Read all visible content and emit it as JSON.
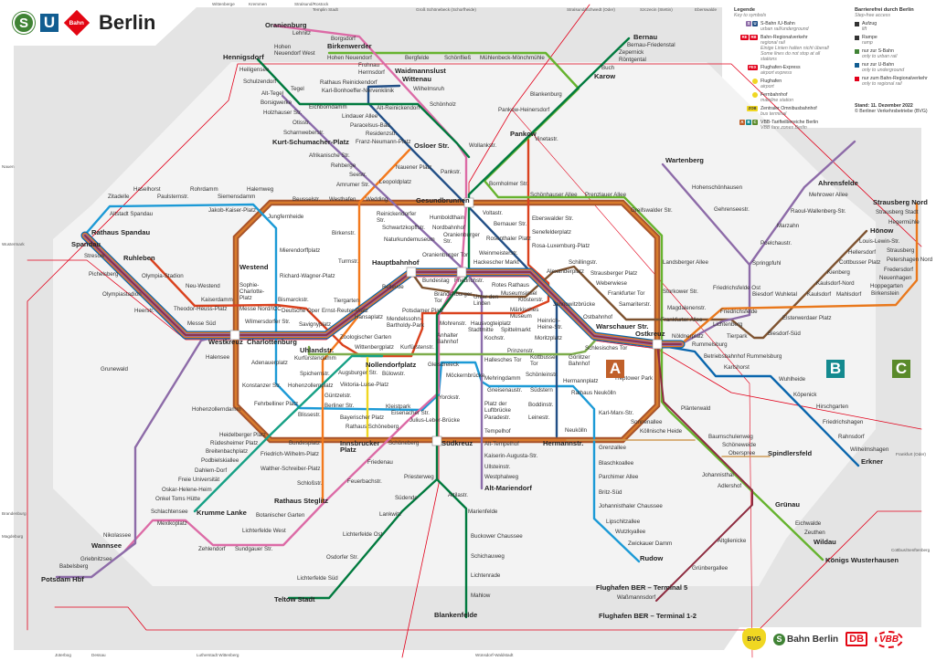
{
  "header": {
    "s_logo": "S",
    "u_logo": "U",
    "bahn_logo": "Bahn",
    "city": "Berlin"
  },
  "legend": {
    "title": "Legende",
    "subtitle": "Key to symbols",
    "items": [
      {
        "label": "S-Bahn /U-Bahn",
        "sub": "urban rail/underground",
        "badges": [
          "S",
          "U"
        ]
      },
      {
        "label": "Bahn-Regionalverkehr",
        "sub": "regional rail",
        "note": "Einige Linien halten nicht überall",
        "note_en": "Some lines do not stop at all stations",
        "badges": [
          "RE",
          "RB"
        ]
      },
      {
        "label": "Flughafen-Express",
        "sub": "airport express",
        "badges": [
          "FEX"
        ]
      },
      {
        "label": "Flughafen",
        "sub": "airport"
      },
      {
        "label": "Fernbahnhof",
        "sub": "mainline station"
      },
      {
        "label": "Zentraler Omnibusbahnhof",
        "sub": "bus terminal",
        "badges": [
          "ZOB"
        ]
      },
      {
        "label": "VBB-Tarifteilbereiche Berlin",
        "sub": "VBB fare zones Berlin",
        "badges": [
          "A",
          "B",
          "C"
        ]
      }
    ],
    "access_title": "Barrierefrei durch Berlin",
    "access_subtitle": "Step-free access",
    "access_items": [
      {
        "label": "Aufzug",
        "sub": "lift"
      },
      {
        "label": "Rampe",
        "sub": "ramp"
      },
      {
        "label": "nur zur S-Bahn",
        "sub": "only to urban rail"
      },
      {
        "label": "nur zur U-Bahn",
        "sub": "only to underground"
      },
      {
        "label": "nur zum Bahn-Regionalverkehr",
        "sub": "only to regional rail"
      }
    ],
    "stand": "Stand: 11. Dezember 2022",
    "copyright": "© Berliner Verkehrsbetriebe (BVG)"
  },
  "zones": {
    "a": "A",
    "b": "B",
    "c": "C"
  },
  "logos": {
    "bvg": "BVG",
    "sbahn": "Bahn Berlin",
    "sbahn_s": "S",
    "db": "DB",
    "vbb": "VBB"
  },
  "destinations": [
    "Wittenberge",
    "Kremmen",
    "Stralsund/Rostock",
    "Templin Stadt",
    "Groß Schönebeck (Schorfheide)",
    "Stralsund/Schwedt (Oder)",
    "Szczecin (Stettin)",
    "Eberswalde",
    "Brandenburg",
    "Magdeburg",
    "Frankfurt (Oder)",
    "Cottbus/Senftenberg",
    "Jüterbog",
    "Lutherstadt Wittenberg",
    "Wünsdorf-Waldstadt",
    "Dessau",
    "Nauen",
    "Wustermark"
  ],
  "colors": {
    "zoneC": "#e4e4e4",
    "zoneB": "#f3f3f3",
    "zoneA": "#ffffff",
    "s1": "#dc6ba6",
    "s2": "#007a3e",
    "s8": "#66b32e",
    "s3": "#0a66ad",
    "s5": "#e9781c",
    "s7": "#8d6ba8",
    "s9": "#8e2c40",
    "s41": "#a8542c",
    "s42": "#d87b2c",
    "s45": "#cf9b56",
    "s75": "#8d6ba8",
    "u1": "#7dad4c",
    "u2": "#da421e",
    "u3": "#16a085",
    "u4": "#f0d722",
    "u5": "#7e5330",
    "u6": "#8c6dab",
    "u7": "#1c9ad6",
    "u8": "#224f86",
    "u9": "#f3791d",
    "regional": "#e2001a",
    "zone_a_box": "#c0602a",
    "zone_b_box": "#148a8f",
    "zone_c_box": "#5a8a2a"
  },
  "stations": [
    "Oranienburg",
    "Lehnitz",
    "Borgsdorf",
    "Birkenwerder",
    "Hohen Neuendorf West",
    "Hohen Neuendorf",
    "Bergfelde",
    "Schönfließ",
    "Mühlenbeck-Mönchmühle",
    "Hennigsdorf",
    "Heiligensee",
    "Schulzendorf",
    "Tegel",
    "Alt-Tegel",
    "Borsigwerke",
    "Holzhauser Str.",
    "Otisstr.",
    "Scharnweberstr.",
    "Kurt-Schumacher-Platz",
    "Afrikanische Str.",
    "Rehberge",
    "Seestr.",
    "Amrumer Str.",
    "Leopoldplatz",
    "Nauener Platz",
    "Osloer Str.",
    "Franz-Neumann-Platz",
    "Residenzstr.",
    "Paracelsus-Bad",
    "Lindauer Allee",
    "Alt-Reinickendorf",
    "Eichborndamm",
    "Karl-Bonhoeffer-Nervenklinik",
    "Rathaus Reinickendorf",
    "Frohnau",
    "Hermsdorf",
    "Waidmannslust",
    "Wittenau",
    "Wilhelmsruh",
    "Schönholz",
    "Blankenburg",
    "Pankow-Heinersdorf",
    "Pankow",
    "Wollankstr.",
    "Pankstr.",
    "Bornholmer Str.",
    "Vinetastr.",
    "Bernau",
    "Bernau-Friedenstal",
    "Zepernick",
    "Röntgental",
    "Buch",
    "Karow",
    "Zitadelle",
    "Haselhorst",
    "Paulsternstr.",
    "Rohrdamm",
    "Siemensdamm",
    "Halemweg",
    "Altstadt Spandau",
    "Jakob-Kaiser-Platz",
    "Jungfernheide",
    "Beusselstr.",
    "Westhafen",
    "Wedding",
    "Gesundbrunnen",
    "Reinickendorfer Str.",
    "Schwartzkopffstr.",
    "Naturkundemuseum",
    "Oranienburger Tor",
    "Humboldthain",
    "Nordbahnhof",
    "Oranienburger Str.",
    "Voltastr.",
    "Bernauer Str.",
    "Rosenthaler Platz",
    "Weinmeisterstr.",
    "Hackescher Markt",
    "Hauptbahnhof",
    "Bellevue",
    "Bundestag",
    "Friedrichstr.",
    "Rotes Rathaus",
    "Brandenburger Tor",
    "Unter den Linden",
    "Museumsinsel",
    "Klosterstr.",
    "Märkisches Museum",
    "Potsdamer Platz",
    "Mendelssohn-Bartholdy-Park",
    "Mohrenstr.",
    "Stadtmitte",
    "Hausvogteiplatz",
    "Spittelmarkt",
    "Heinrich-Heine-Str.",
    "Anhalter Bahnhof",
    "Kochstr.",
    "Moritzplatz",
    "Hansaplatz",
    "Zoologischer Garten",
    "Wittenbergplatz",
    "Kurfürstenstr.",
    "Tiergarten",
    "Birkenstr.",
    "Turmstr.",
    "Schönhauser Allee",
    "Prenzlauer Allee",
    "Greifswalder Str.",
    "Eberswalder Str.",
    "Senefelderplatz",
    "Rosa-Luxemburg-Platz",
    "Alexanderplatz",
    "Schillingstr.",
    "Strausberger Platz",
    "Weberwiese",
    "Frankfurter Tor",
    "Samariterstr.",
    "Jannowitzbrücke",
    "Ostbahnhof",
    "Warschauer Str.",
    "Ostkreuz",
    "Landsberger Allee",
    "Storkower Str.",
    "Magdalenenstr.",
    "Frankfurter Allee",
    "Lichtenberg",
    "Nöldnerplatz",
    "Tierpark",
    "Friedrichsfelde",
    "Friedrichsfelde Ost",
    "Rummelsburg",
    "Betriebsbahnhof Rummelsburg",
    "Karlshorst",
    "Treptower Park",
    "Schlesisches Tor",
    "Görlitzer Bahnhof",
    "Kottbusser Tor",
    "Prinzenstr.",
    "Hallesches Tor",
    "Gleisdreieck",
    "Bülowstr.",
    "Nollendorfplatz",
    "Möckernbrücke",
    "Mehringdamm",
    "Schönleinstr.",
    "Hermannplatz",
    "Gneisenaustr.",
    "Südstern",
    "Yorckstr.",
    "Kleistpark",
    "Platz der Luftbrücke",
    "Boddinstr.",
    "Paradestr.",
    "Leinestr.",
    "Tempelhof",
    "Neukölln",
    "Rathaus Neukölln",
    "Karl-Marx-Str.",
    "Hermannstr.",
    "Südkreuz",
    "Schöneberg",
    "Julius-Leber-Brücke",
    "Eisenacher Str.",
    "Bayerischer Platz",
    "Rathaus Schöneberg",
    "Innsbrucker Platz",
    "Bundesplatz",
    "Heidelberger Platz",
    "Rüdesheimer Platz",
    "Breitenbachplatz",
    "Podbielskiallee",
    "Dahlem-Dorf",
    "Freie Universität",
    "Oskar-Helene-Heim",
    "Onkel Toms Hütte",
    "Krumme Lanke",
    "Schlachtensee",
    "Mexikoplatz",
    "Nikolassee",
    "Wannsee",
    "Zehlendorf",
    "Sundgauer Str.",
    "Lichterfelde West",
    "Botanischer Garten",
    "Rathaus Steglitz",
    "Schloßstr.",
    "Walther-Schreiber-Platz",
    "Friedrich-Wilhelm-Platz",
    "Friedenau",
    "Feuerbachstr.",
    "Priesterweg",
    "Südende",
    "Attilastr.",
    "Lankwitz",
    "Lichterfelde Ost",
    "Osdorfer Str.",
    "Lichterfelde Süd",
    "Teltow Stadt",
    "Blankenfelde",
    "Babelsberg",
    "Griebnitzsee",
    "Potsdam Hbf",
    "Grunewald",
    "Hohenzollerndamm",
    "Halensee",
    "Westkreuz",
    "Messe Süd",
    "Heerstr.",
    "Olympiastadion",
    "Pichelsberg",
    "Stresow",
    "Spandau",
    "Rathaus Spandau",
    "Ruhleben",
    "Olympia-Stadion",
    "Neu-Westend",
    "Kaiserdamm",
    "Theodor-Heuss-Platz",
    "Messe Nord/ICC",
    "Westend",
    "Sophie-Charlotte-Platz",
    "Richard-Wagner-Platz",
    "Mierendorffplatz",
    "Bismarckstr.",
    "Deutsche Oper",
    "Wilmersdorfer Str.",
    "Savignyplatz",
    "Ernst-Reuter-Platz",
    "Charlottenburg",
    "Uhlandstr.",
    "Adenauerplatz",
    "Kurfürstendamm",
    "Spichernstr.",
    "Konstanzer Str.",
    "Hohenzollernplatz",
    "Augsburger Str.",
    "Viktoria-Luise-Platz",
    "Güntzelstr.",
    "Fehrbelliner Platz",
    "Berliner Str.",
    "Blissestr.",
    "Alt-Tempelhof",
    "Kaiserin-Augusta-Str.",
    "Ullsteinstr.",
    "Westphalweg",
    "Alt-Mariendorf",
    "Marienfelde",
    "Buckower Chaussee",
    "Schichauweg",
    "Lichtenrade",
    "Mahlow",
    "Grenzallee",
    "Blaschkoallee",
    "Parchimer Allee",
    "Britz-Süd",
    "Johannisthaler Chaussee",
    "Lipschitzallee",
    "Wutzkyallee",
    "Zwickauer Damm",
    "Rudow",
    "Flughafen BER – Terminal 5",
    "Waßmannsdorf",
    "Flughafen BER – Terminal 1-2",
    "Sonnenallee",
    "Köllnische Heide",
    "Plänterwald",
    "Baumschulenweg",
    "Schöneweide",
    "Oberspree",
    "Spindlersfeld",
    "Johannisthal",
    "Adlershof",
    "Grünau",
    "Altglienicke",
    "Grünbergallee",
    "Eichwalde",
    "Zeuthen",
    "Wildau",
    "Königs Wusterhausen",
    "Erkner",
    "Wilhelmshagen",
    "Rahnsdorf",
    "Friedrichshagen",
    "Hirschgarten",
    "Köpenick",
    "Wuhlheide",
    "Ahrensfelde",
    "Mehrower Allee",
    "Raoul-Wallenberg-Str.",
    "Marzahn",
    "Poelchaustr.",
    "Springpfuhl",
    "Wartenberg",
    "Hohenschönhausen",
    "Gehrenseestr.",
    "Hönow",
    "Louis-Lewin-Str.",
    "Hellersdorf",
    "Cottbusser Platz",
    "Kienberg",
    "Kaulsdorf-Nord",
    "Biesdorf",
    "Wuhletal",
    "Kaulsdorf",
    "Mahlsdorf",
    "Birkenstein",
    "Hoppegarten",
    "Neuenhagen",
    "Fredersdorf",
    "Petershagen Nord",
    "Strausberg",
    "Hegermühle",
    "Strausberg Stadt",
    "Strausberg Nord",
    "Elsterwerdaer Platz",
    "Biesdorf-Süd"
  ]
}
